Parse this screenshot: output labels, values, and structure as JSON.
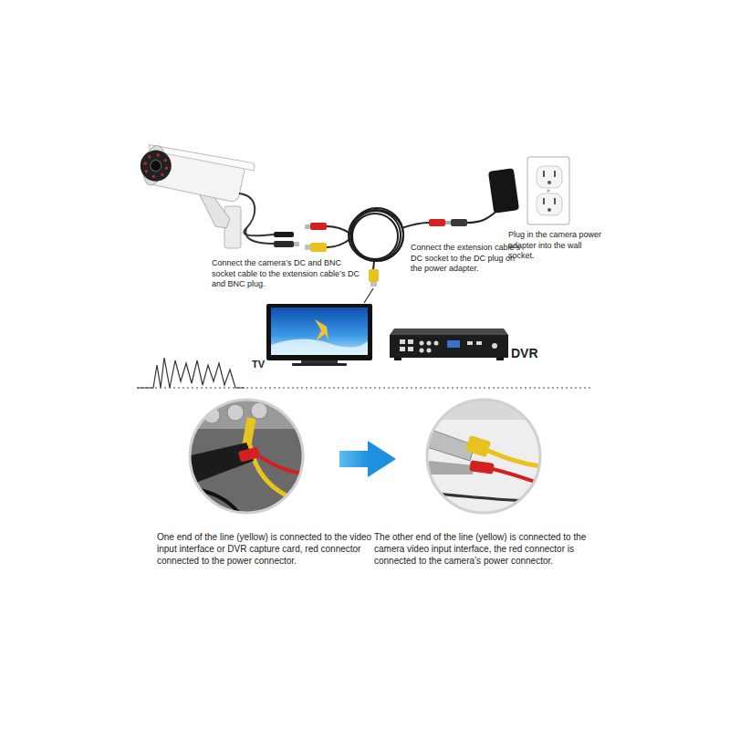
{
  "diagram": {
    "labels": [
      "Connect the camera’s DC and BNC socket cable to the extension cable’s DC and BNC plug.",
      "Connect the extension cable’s DC socket to the DC plug on the power adapter.",
      "Plug in the camera power adapter into the wall socket.",
      "TV",
      "DVR",
      "One end of the line (yellow) is connected to the video input interface or DVR capture card, red connector connected to the power connector.",
      "The other end of the line (yellow) is connected to the camera video input interface, the red connector is connected to the camera’s power connector."
    ]
  }
}
